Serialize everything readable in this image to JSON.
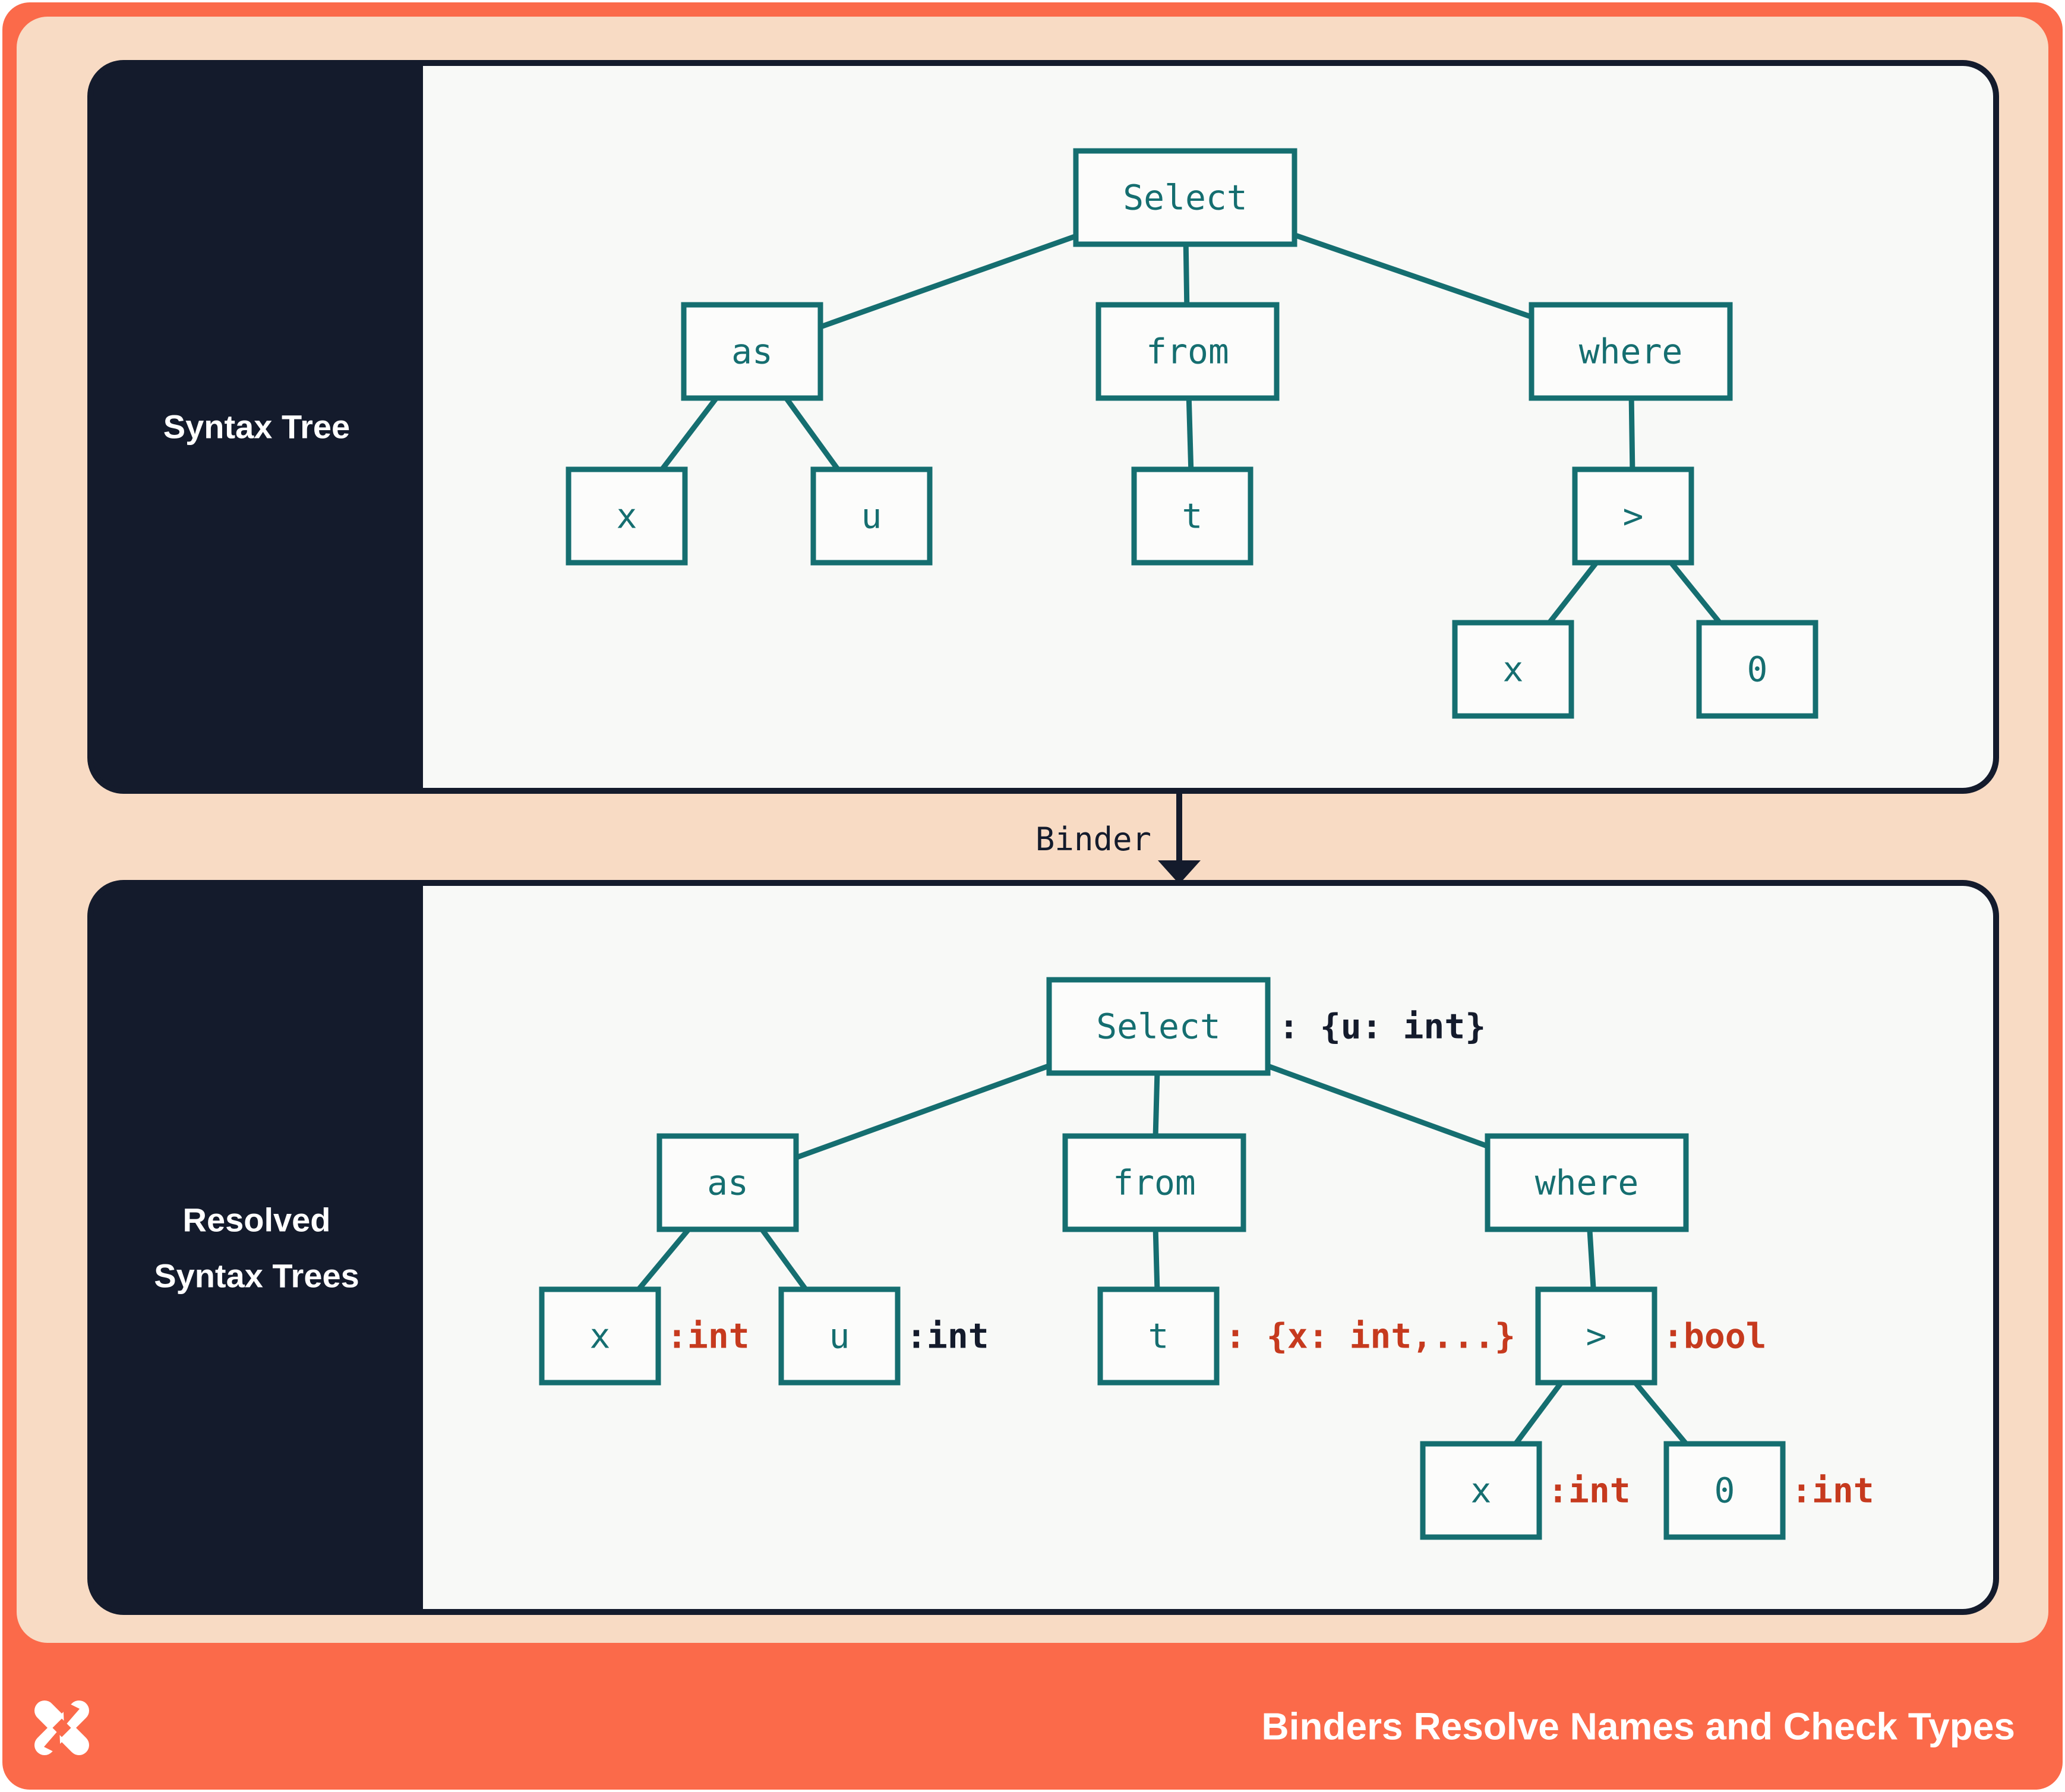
{
  "top_panel": {
    "sidebar_label": "Syntax Tree",
    "nodes": {
      "select": "Select",
      "as": "as",
      "from": "from",
      "where": "where",
      "x": "x",
      "u": "u",
      "t": "t",
      "gt": ">",
      "x2": "x",
      "zero": "0"
    }
  },
  "binder": {
    "label": "Binder"
  },
  "bottom_panel": {
    "sidebar_label_line1": "Resolved",
    "sidebar_label_line2": "Syntax Trees",
    "nodes": {
      "select": "Select",
      "as": "as",
      "from": "from",
      "where": "where",
      "x": "x",
      "u": "u",
      "t": "t",
      "gt": ">",
      "x2": "x",
      "zero": "0"
    },
    "annotations": {
      "select": ": {u: int}",
      "x": ":int",
      "u": ":int",
      "t": ": {x: int,...}",
      "gt": ":bool",
      "x2": ":int",
      "zero": ":int"
    }
  },
  "footer": {
    "title": "Binders Resolve Names and Check Types"
  },
  "colors": {
    "frame_orange": "#fb6a4a",
    "peach_background": "#f8dbc4",
    "panel_background": "#f8f9f7",
    "dark_navy": "#141b2c",
    "node_teal": "#156e70",
    "annotation_red": "#c63a1e",
    "annotation_dark": "#141b2c",
    "white": "#ffffff"
  }
}
